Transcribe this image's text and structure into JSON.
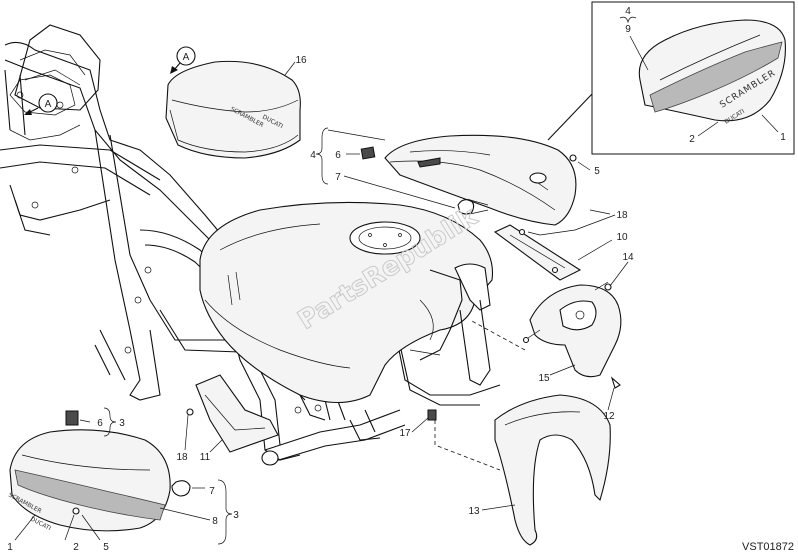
{
  "callouts": {
    "c1_inset": "1",
    "c2_inset": "2",
    "c4_inset": "4",
    "c9_inset": "9",
    "c5_top": "5",
    "c4_left": "4",
    "c6_top": "6",
    "c7_top": "7",
    "c16": "16",
    "c18_right": "18",
    "c10": "10",
    "c14": "14",
    "c15": "15",
    "c12": "12",
    "c6_bottom": "6",
    "c3_mid": "3",
    "c18_bottom": "18",
    "c11": "11",
    "c17": "17",
    "c13": "13",
    "c7_bottom": "7",
    "c3_bottom": "3",
    "c8": "8",
    "c1_bottom": "1",
    "c2_bottom": "2",
    "c5_bottom": "5"
  },
  "markers": {
    "a_top": "A",
    "a_left": "A"
  },
  "side_panel_branding": {
    "brand": "SCRAMBLER",
    "maker": "DUCATI"
  },
  "watermark": "PartsRepublik",
  "drawing_code": "VST01872",
  "colors": {
    "stroke": "#111111",
    "panel_fill": "#f4f4f4",
    "stripe": "#b9b9b9",
    "watermark": "#c9c9c9"
  }
}
